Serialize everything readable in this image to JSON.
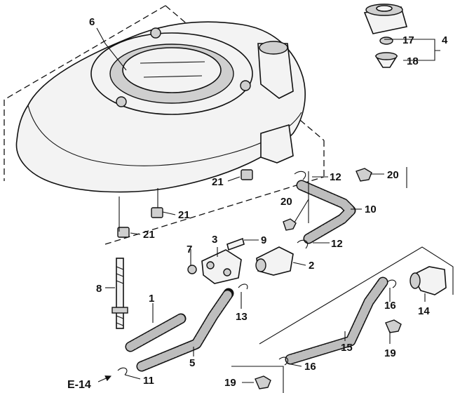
{
  "diagram": {
    "reference": "E-14",
    "callouts": {
      "c1": "1",
      "c2": "2",
      "c3": "3",
      "c4": "4",
      "c5": "5",
      "c6": "6",
      "c7": "7",
      "c8": "8",
      "c9": "9",
      "c10": "10",
      "c11": "11",
      "c12a": "12",
      "c12b": "12",
      "c13": "13",
      "c14": "14",
      "c15": "15",
      "c16a": "16",
      "c16b": "16",
      "c17": "17",
      "c18": "18",
      "c19a": "19",
      "c19b": "19",
      "c20a": "20",
      "c20b": "20",
      "c21a": "21",
      "c21b": "21",
      "c21c": "21"
    }
  }
}
